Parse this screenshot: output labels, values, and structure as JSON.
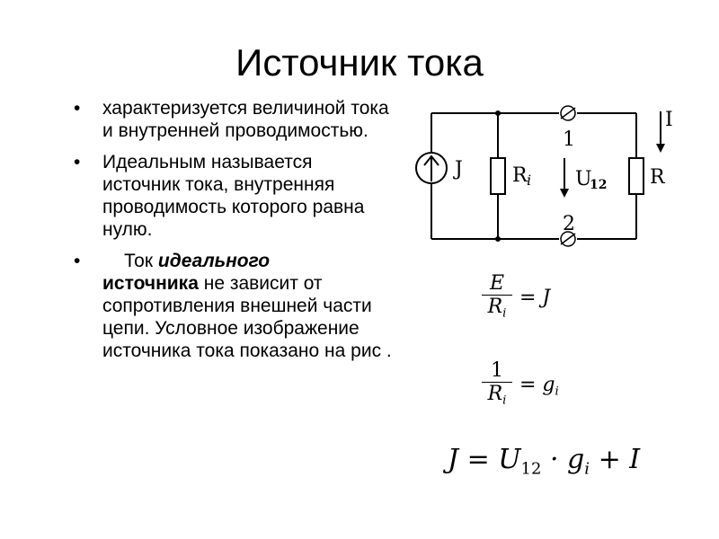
{
  "title": "Источник тока",
  "bullets": [
    {
      "marker": "•",
      "text": "характеризуется величиной тока и внутренней проводимостью."
    },
    {
      "marker": "•",
      "text": "Идеальным называется источник тока, внутренняя проводимость которого равна нулю."
    },
    {
      "marker": "•",
      "lead": "Ток ",
      "italic_bold": "идеального",
      "bold": "источника",
      "rest": " не зависит от сопротивления внешней части цепи. Условное изображение источника тока показано на рис ."
    }
  ],
  "circuit": {
    "source_label": "J",
    "internal_resistor_label": "R",
    "internal_resistor_sub": "i",
    "node_top": "1",
    "node_bottom": "2",
    "voltage_label": "U",
    "voltage_sub": "12",
    "load_label": "R",
    "current_label": "I"
  },
  "formulas": {
    "f1": {
      "num": "E",
      "den": "R",
      "den_sub": "i",
      "rhs": "= J"
    },
    "f2": {
      "num": "1",
      "den": "R",
      "den_sub": "i",
      "rhs": "= g",
      "rhs_sub": "i"
    },
    "f3": {
      "lhs": "J = U",
      "u_sub": "12",
      "mid": "· g",
      "g_sub": "i",
      "end": "+ I"
    }
  }
}
